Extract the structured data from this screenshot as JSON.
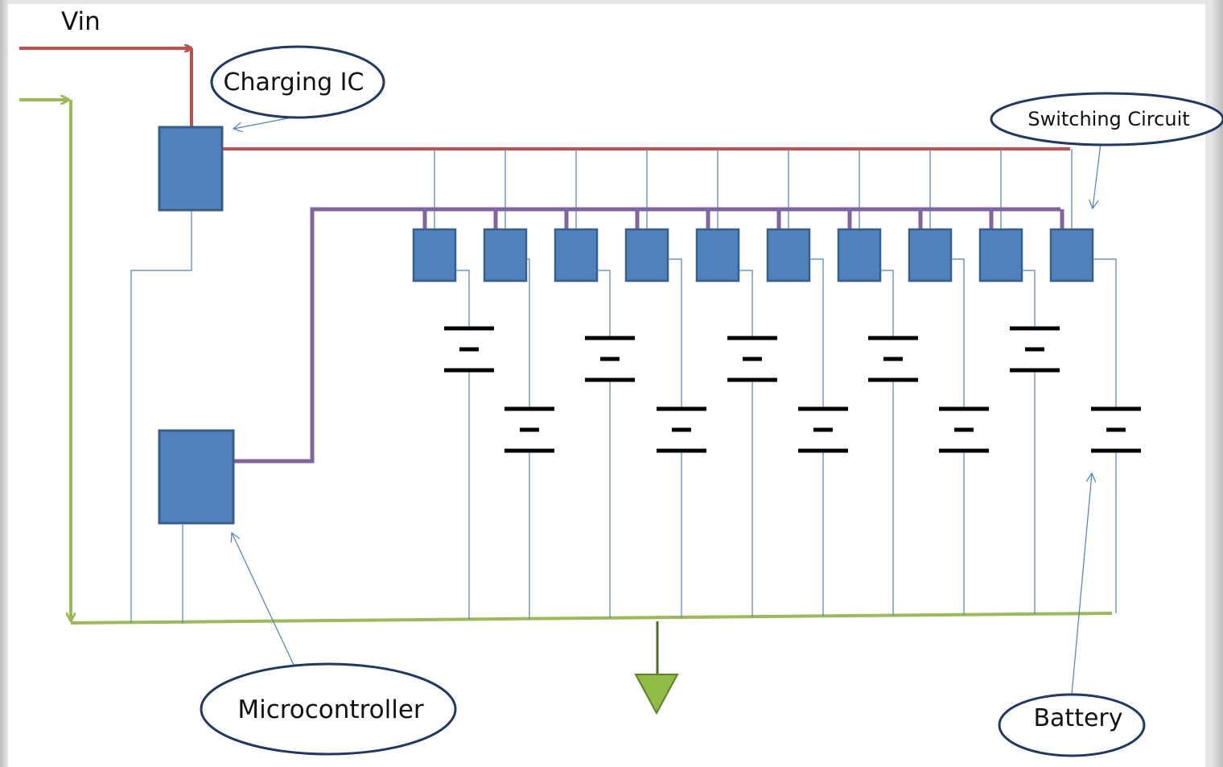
{
  "diagram": {
    "vin_label": "Vin",
    "callouts": {
      "charging_ic": "Charging IC",
      "switching_circuit": "Switching Circuit",
      "microcontroller": "Microcontroller",
      "battery": "Battery"
    },
    "colors": {
      "vin_line": "#c0504d",
      "ground_line": "#9bbb59",
      "control_bus": "#8064a2",
      "block_fill": "#4f81bd",
      "block_stroke": "#385d8a",
      "thin_wire": "#4f81bd",
      "callout_outline": "#1f3864"
    }
  }
}
